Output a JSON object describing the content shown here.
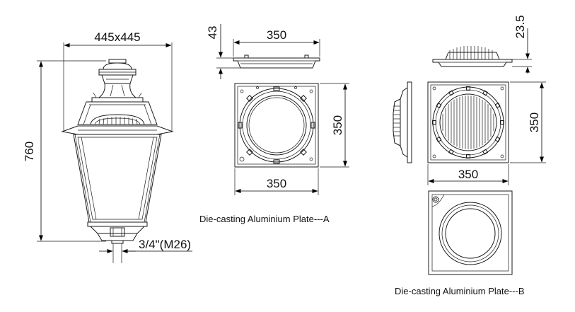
{
  "lantern": {
    "width_label": "445x445",
    "height_label": "760",
    "thread_label": "3/4\"(M26)"
  },
  "plate_a": {
    "height_label": "43",
    "top_width_label": "350",
    "side_label": "350",
    "bottom_width_label": "350",
    "caption": "Die-casting Aluminium Plate---A"
  },
  "plate_b": {
    "height_label": "23.5",
    "side_label": "350",
    "width_label": "350",
    "caption": "Die-casting Aluminium Plate---B"
  }
}
